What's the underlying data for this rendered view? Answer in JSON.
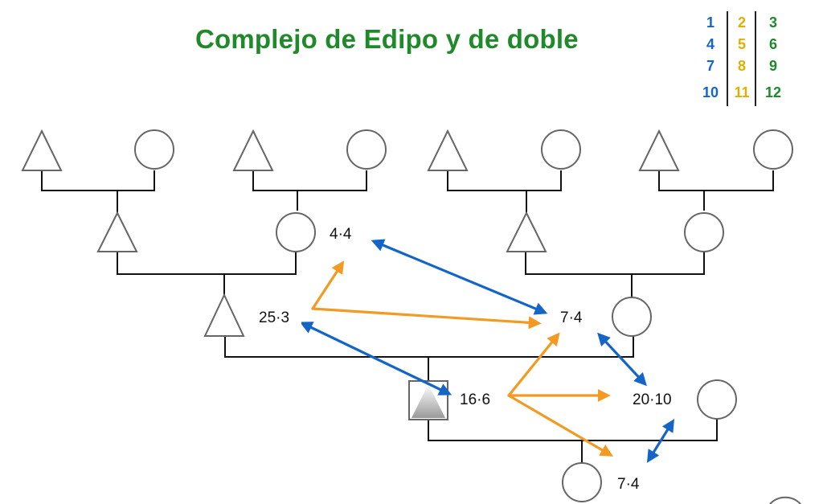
{
  "title": "Complejo de Edipo y de doble",
  "key": {
    "columns": [
      {
        "color": "#1565c8",
        "numbers": [
          "1",
          "4",
          "7",
          "10"
        ]
      },
      {
        "color": "#e0b000",
        "numbers": [
          "2",
          "5",
          "8",
          "11"
        ]
      },
      {
        "color": "#1f8a2a",
        "numbers": [
          "3",
          "6",
          "9",
          "12"
        ]
      }
    ]
  },
  "labels": {
    "gp_mother": "4·4",
    "father": "25·3",
    "mother": "7·4",
    "ego": "16·6",
    "sibling": "20·10",
    "child": "7·4"
  },
  "colors": {
    "blue": "#1565c8",
    "orange": "#f39a22",
    "green": "#1f8a2a",
    "line": "#111111",
    "symbol": "#666666"
  }
}
